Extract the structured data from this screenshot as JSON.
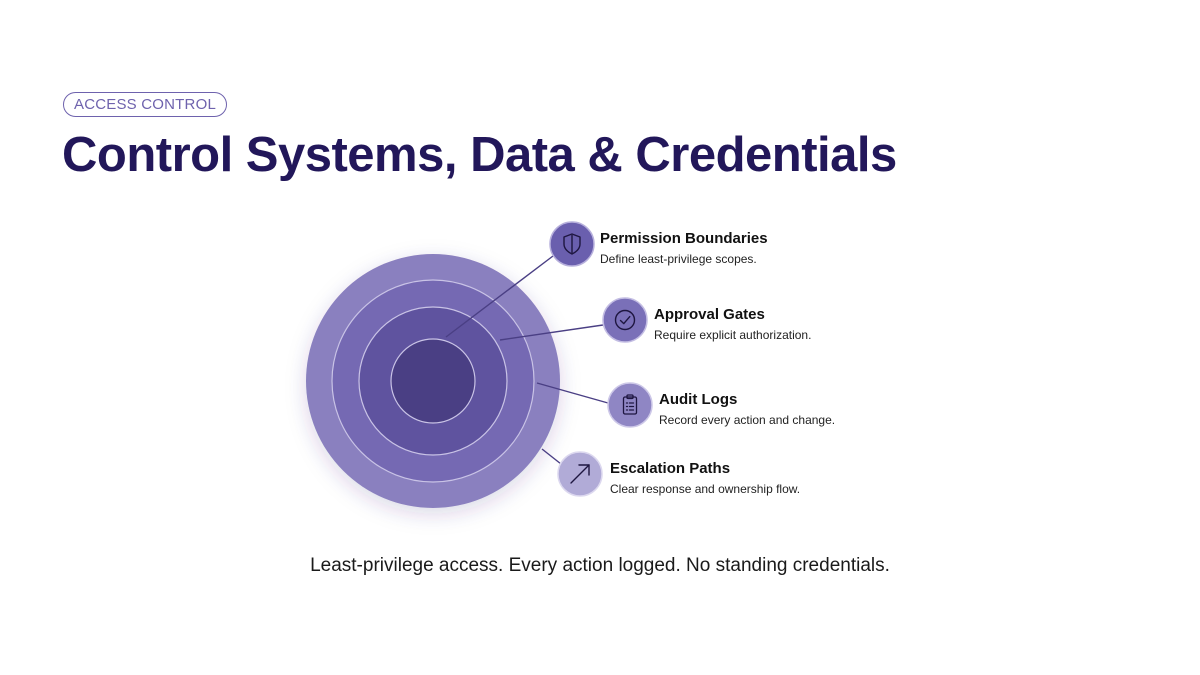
{
  "tag": "ACCESS CONTROL",
  "title": "Control Systems, Data & Credentials",
  "items": [
    {
      "title": "Permission Boundaries",
      "description": "Define least-privilege scopes.",
      "icon": "shield-icon"
    },
    {
      "title": "Approval Gates",
      "description": "Require explicit authorization.",
      "icon": "check-circle-icon"
    },
    {
      "title": "Audit Logs",
      "description": "Record every action and change.",
      "icon": "clipboard-icon"
    },
    {
      "title": "Escalation Paths",
      "description": "Clear response and ownership flow.",
      "icon": "arrow-up-right-icon"
    }
  ],
  "footer": "Least-privilege access. Every action logged. No standing credentials.",
  "colors": {
    "title": "#22175a",
    "accent": "#6e62ad",
    "ring_outer": "#8a80bf",
    "ring_second": "#7569b3",
    "ring_third": "#5f539f",
    "core": "#4a3f84"
  }
}
